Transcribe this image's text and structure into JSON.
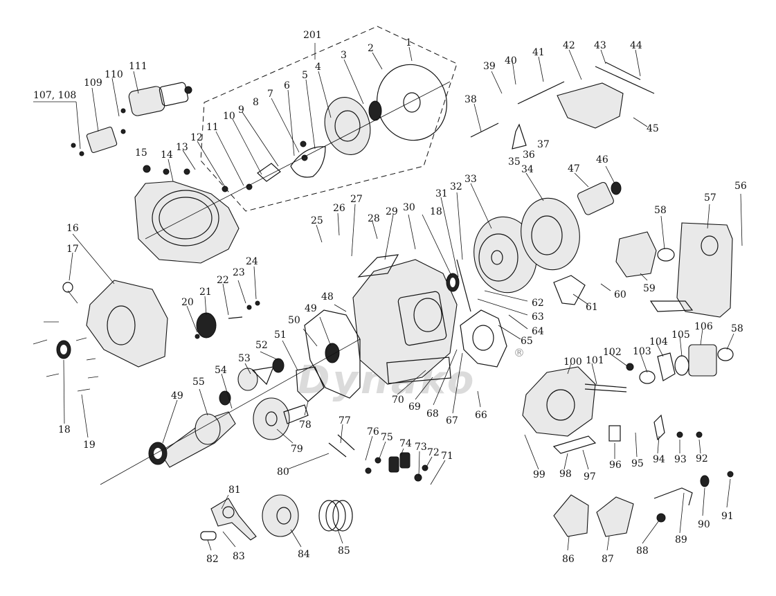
{
  "watermark": "Dynako",
  "watermark_mark": "®",
  "group_label": "201",
  "header_label": "107, 108",
  "callouts": [
    "1",
    "2",
    "3",
    "4",
    "5",
    "6",
    "7",
    "8",
    "9",
    "10",
    "11",
    "12",
    "13",
    "14",
    "15",
    "16",
    "17",
    "18",
    "18",
    "19",
    "20",
    "21",
    "22",
    "23",
    "24",
    "25",
    "26",
    "27",
    "28",
    "29",
    "30",
    "31",
    "32",
    "33",
    "34",
    "35",
    "36",
    "37",
    "38",
    "39",
    "40",
    "41",
    "42",
    "43",
    "44",
    "45",
    "46",
    "47",
    "48",
    "49",
    "49",
    "50",
    "51",
    "52",
    "53",
    "54",
    "55",
    "56",
    "57",
    "58",
    "58",
    "59",
    "60",
    "61",
    "62",
    "63",
    "64",
    "65",
    "66",
    "67",
    "68",
    "69",
    "70",
    "71",
    "72",
    "73",
    "74",
    "75",
    "76",
    "77",
    "78",
    "79",
    "80",
    "81",
    "82",
    "83",
    "84",
    "85",
    "86",
    "87",
    "88",
    "89",
    "90",
    "91",
    "92",
    "93",
    "94",
    "95",
    "96",
    "97",
    "98",
    "99",
    "100",
    "101",
    "102",
    "103",
    "104",
    "105",
    "106",
    "109",
    "110",
    "111"
  ]
}
